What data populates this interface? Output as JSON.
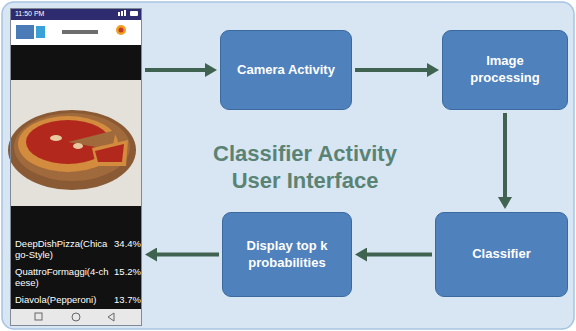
{
  "diagram": {
    "nodes": [
      {
        "text": [
          "11:50 PM",
          "DeepDishPizza(Chicago-Style)",
          "34.4%",
          "QuattroFormaggi(4-cheese)",
          "15.2%",
          "Diavola(Pepperoni)",
          "13.7%"
        ]
      },
      {
        "text": [
          "Camera Activity"
        ]
      },
      {
        "text": [
          "Image processing"
        ]
      },
      {
        "text": [
          "Classifier"
        ]
      },
      {
        "text": [
          "Display top k probabilities"
        ]
      }
    ],
    "edges": [
      {
        "from": 0,
        "to": 1,
        "arrow": "to"
      },
      {
        "from": 1,
        "to": 2,
        "arrow": "to"
      },
      {
        "from": 2,
        "to": 3,
        "arrow": "to"
      },
      {
        "from": 3,
        "to": 4,
        "arrow": "to"
      },
      {
        "from": 4,
        "to": 0,
        "arrow": "to"
      }
    ],
    "labels": [
      "Classifier Activity User Interface"
    ]
  }
}
